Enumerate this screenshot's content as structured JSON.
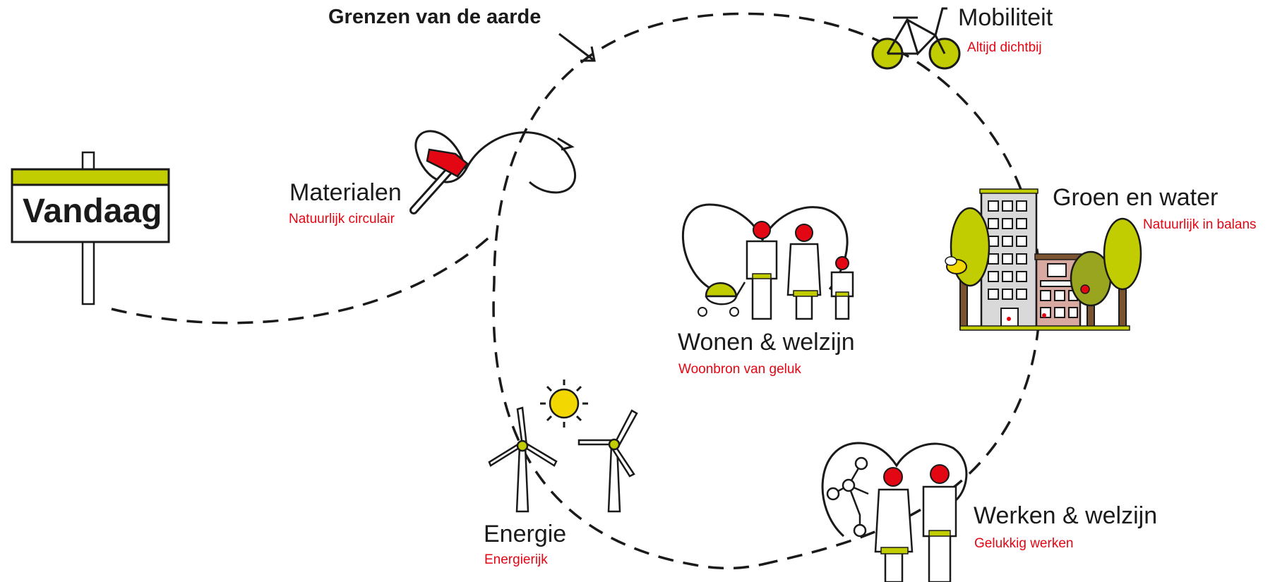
{
  "colors": {
    "lime": "#c1cd00",
    "red": "#e30613",
    "yellow": "#f2d800",
    "stroke": "#1a1a1a",
    "brown": "#7a5330",
    "grey": "#d9d9d9",
    "olive": "#9aa51f",
    "pink": "#d8a9a0"
  },
  "diagram": {
    "heading": "Grenzen van de aarde",
    "start_sign": "Vandaag"
  },
  "themes": {
    "materialen": {
      "title": "Materialen",
      "subtitle": "Natuurlijk circulair",
      "icon": "infinity-hammer-icon"
    },
    "mobiliteit": {
      "title": "Mobiliteit",
      "subtitle": "Altijd dichtbij",
      "icon": "bicycle-icon"
    },
    "groen": {
      "title": "Groen en water",
      "subtitle": "Natuurlijk in balans",
      "icon": "city-trees-icon"
    },
    "wonen": {
      "title": "Wonen & welzijn",
      "subtitle": "Woonbron van geluk",
      "icon": "family-heart-icon"
    },
    "werken": {
      "title": "Werken & welzijn",
      "subtitle": "Gelukkig werken",
      "icon": "couple-network-heart-icon"
    },
    "energie": {
      "title": "Energie",
      "subtitle": "Energierijk",
      "icon": "windmill-sun-icon"
    }
  }
}
